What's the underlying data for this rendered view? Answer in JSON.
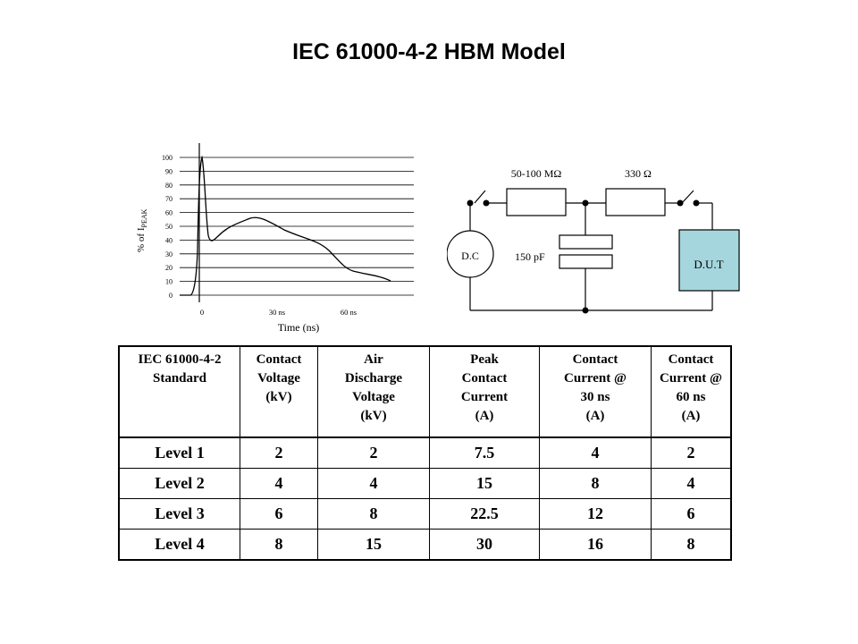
{
  "title": "IEC 61000-4-2 HBM Model",
  "graph": {
    "y_label_prefix": "% of I",
    "y_label_sub": "PEAK",
    "y_ticks": [
      "0",
      "10",
      "20",
      "30",
      "40",
      "50",
      "60",
      "70",
      "80",
      "90",
      "100"
    ],
    "x_ticks": [
      "0",
      "30 ns",
      "60 ns"
    ],
    "x_label": "Time  (ns)"
  },
  "circuit": {
    "resistor1_label": "50-100 MΩ",
    "resistor2_label": "330  Ω",
    "source_label": "D.C",
    "capacitor_label": "150 pF",
    "dut_label": "D.U.T",
    "dut_fill": "#a6d6dd"
  },
  "table": {
    "headers": [
      [
        "IEC 61000-4-2",
        "Standard"
      ],
      [
        "Contact",
        "Voltage",
        "(kV)"
      ],
      [
        "Air",
        "Discharge",
        "Voltage",
        "(kV)"
      ],
      [
        "Peak",
        "Contact",
        "Current",
        "(A)"
      ],
      [
        "Contact",
        "Current @",
        "30 ns",
        "(A)"
      ],
      [
        "Contact",
        "Current @",
        "60 ns",
        "(A)"
      ]
    ],
    "rows": [
      [
        "Level 1",
        "2",
        "2",
        "7.5",
        "4",
        "2"
      ],
      [
        "Level 2",
        "4",
        "4",
        "15",
        "8",
        "4"
      ],
      [
        "Level 3",
        "6",
        "8",
        "22.5",
        "12",
        "6"
      ],
      [
        "Level 4",
        "8",
        "15",
        "30",
        "16",
        "8"
      ]
    ]
  }
}
